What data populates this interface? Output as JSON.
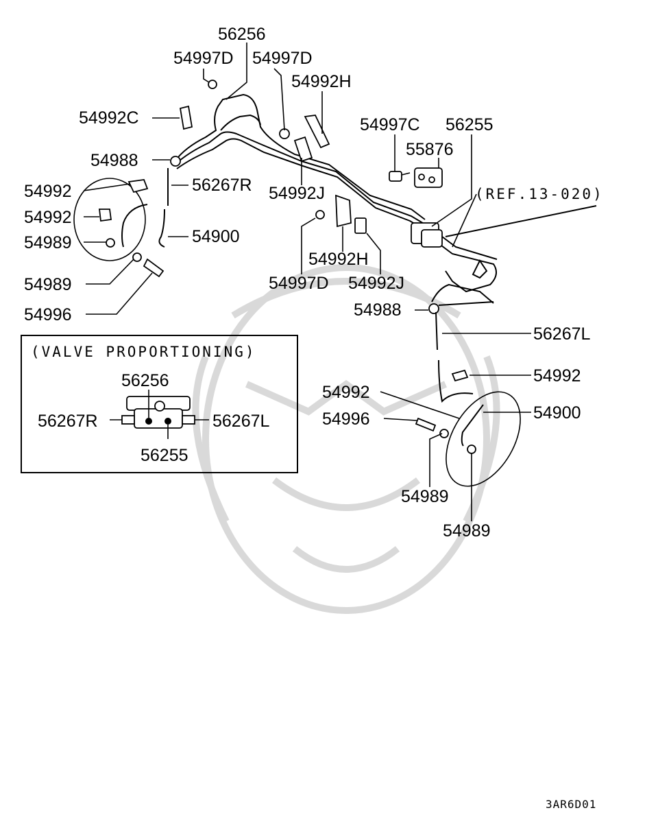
{
  "labels": {
    "p56256_top": "56256",
    "p54997D_a": "54997D",
    "p54997D_b": "54997D",
    "p54992H_top": "54992H",
    "p54992C": "54992C",
    "p54997C": "54997C",
    "p56255_top": "56255",
    "p55876": "55876",
    "p54988_a": "54988",
    "p56267R_main": "56267R",
    "p54992J_a": "54992J",
    "p54992_a": "54992",
    "p54992_b": "54992",
    "p54900_a": "54900",
    "p54989_a": "54989",
    "p54989_b": "54989",
    "p54996_a": "54996",
    "p54992H_mid": "54992H",
    "p54997D_c": "54997D",
    "p54992J_b": "54992J",
    "ref": "(REF.13-020)",
    "p54988_b": "54988",
    "p56267L_main": "56267L",
    "p54992_c": "54992",
    "p54992_d": "54992",
    "p54996_b": "54996",
    "p54900_b": "54900",
    "p54989_c": "54989",
    "p54989_d": "54989",
    "inset_title": "(VALVE PROPORTIONING)",
    "inset_56256": "56256",
    "inset_56267R": "56267R",
    "inset_56267L": "56267L",
    "inset_56255": "56255",
    "diagram_code": "3AR6D01"
  }
}
